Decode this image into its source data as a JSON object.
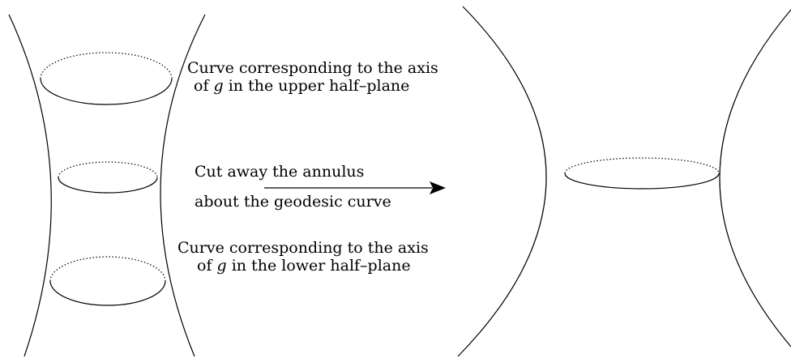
{
  "labels": {
    "upper_line1": "Curve corresponding to the axis",
    "upper_line2_pre": "of ",
    "upper_line2_var": "g",
    "upper_line2_post": " in the upper half–plane",
    "cut_line1": "Cut away the annulus",
    "cut_line2": "about the geodesic curve",
    "lower_line1": "Curve corresponding to the axis",
    "lower_line2_pre": "of ",
    "lower_line2_var": "g",
    "lower_line2_post": " in the lower half–plane"
  }
}
